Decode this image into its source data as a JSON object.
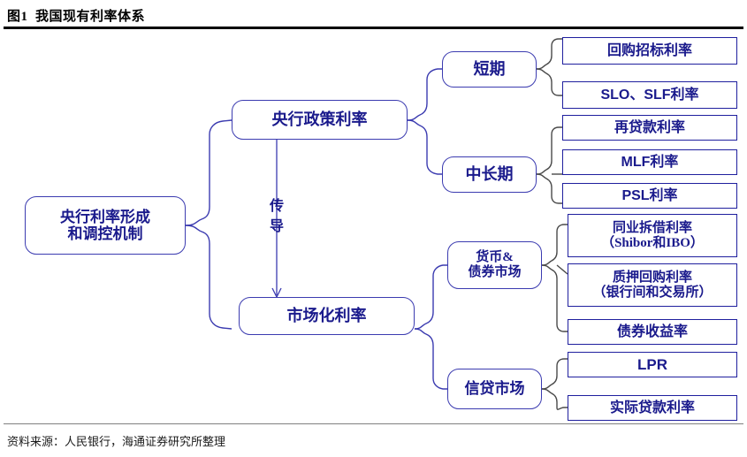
{
  "figure": {
    "label": "图1",
    "title": "我国现有利率体系",
    "source": "资料来源：人民银行，海通证券研究所整理"
  },
  "colors": {
    "node_text": "#1a1a8c",
    "node_border": "#3b3bb0",
    "leaf_border": "#1f1f9e",
    "rule_top": "#000000",
    "rule_bottom": "#808080",
    "connector_blue": "#3b3bb0",
    "connector_gray": "#4a4a4a"
  },
  "diagram": {
    "type": "tree",
    "root": {
      "label": "央行利率形成\n和调控机制"
    },
    "transmission_label": "传\n导",
    "level1": [
      {
        "label": "央行政策利率"
      },
      {
        "label": "市场化利率"
      }
    ],
    "level2": [
      {
        "label": "短期"
      },
      {
        "label": "中长期"
      },
      {
        "label": "货币&\n债券市场"
      },
      {
        "label": "信贷市场"
      }
    ],
    "leaves": {
      "short_term": [
        {
          "label": "回购招标利率"
        },
        {
          "label": "SLO、SLF利率"
        }
      ],
      "medium_long_term": [
        {
          "label": "再贷款利率"
        },
        {
          "label": "MLF利率"
        },
        {
          "label": "PSL利率"
        }
      ],
      "money_bond_market": [
        {
          "label": "同业拆借利率\n（Shibor和IBO）"
        },
        {
          "label": "质押回购利率\n（银行间和交易所）"
        },
        {
          "label": "债券收益率"
        }
      ],
      "credit_market": [
        {
          "label": "LPR"
        },
        {
          "label": "实际贷款利率"
        }
      ]
    }
  }
}
